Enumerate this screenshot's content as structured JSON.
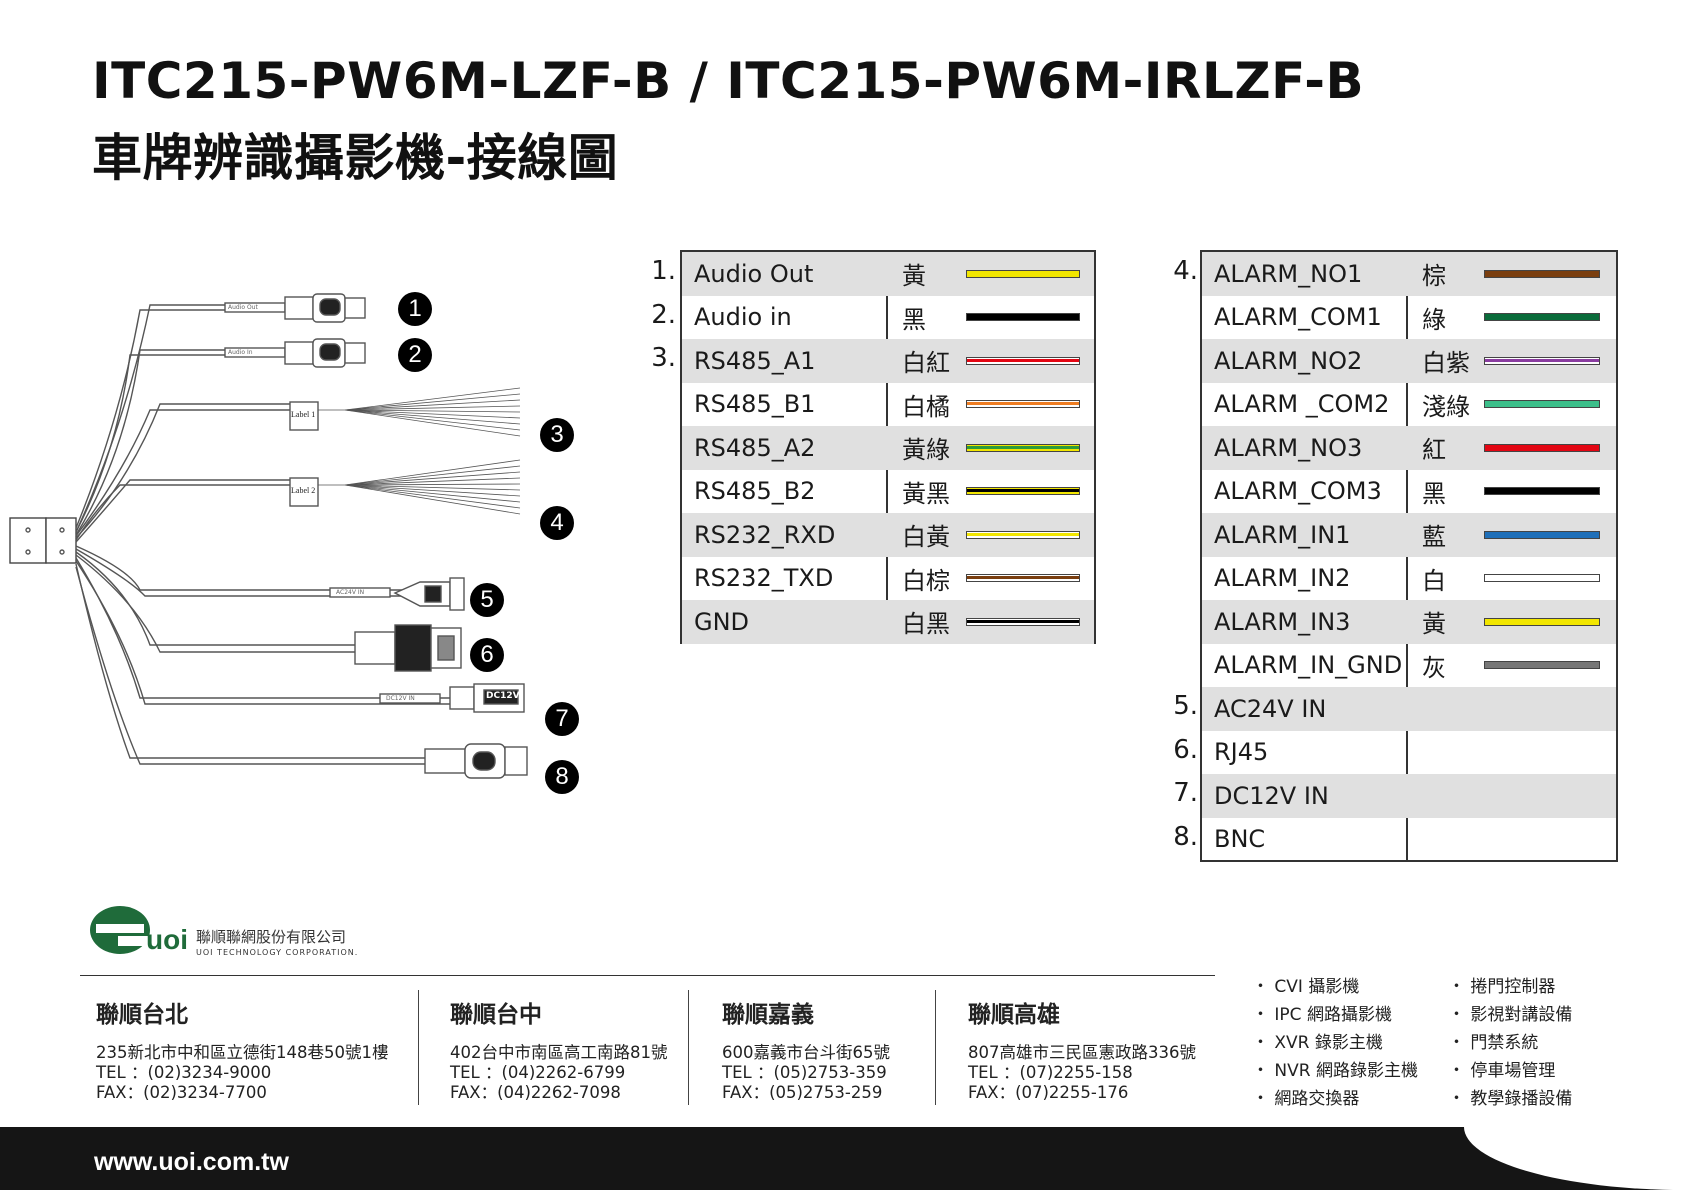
{
  "title": {
    "line1": "ITC215-PW6M-LZF-B / ITC215-PW6M-IRLZF-B",
    "line2": "車牌辨識攝影機-接線圖"
  },
  "diagram": {
    "badges": [
      "1",
      "2",
      "3",
      "4",
      "5",
      "6",
      "7",
      "8"
    ],
    "connector_labels": {
      "audio_out": "Audio Out",
      "audio_in": "Audio In",
      "label1": "Label 1",
      "label2": "Label 2",
      "ac24v": "AC24V IN",
      "dc12v_label": "DC12V IN",
      "dc12v_plug": "DC12V"
    }
  },
  "table1": {
    "rows": [
      {
        "idx": "1.",
        "name": "Audio Out",
        "color": "黃",
        "swatch": "#f2e600",
        "stripe": null
      },
      {
        "idx": "2.",
        "name": "Audio in",
        "color": "黑",
        "swatch": "#000000",
        "stripe": null
      },
      {
        "idx": "3.",
        "name": "RS485_A1",
        "color": "白紅",
        "swatch": "#ffffff",
        "stripe": "#e30613"
      },
      {
        "idx": "",
        "name": "RS485_B1",
        "color": "白橘",
        "swatch": "#ffffff",
        "stripe": "#ee7d22"
      },
      {
        "idx": "",
        "name": "RS485_A2",
        "color": "黃綠",
        "swatch": "#f2e600",
        "stripe": "#2d9b3a"
      },
      {
        "idx": "",
        "name": "RS485_B2",
        "color": "黃黑",
        "swatch": "#f2e600",
        "stripe": "#000000"
      },
      {
        "idx": "",
        "name": "RS232_RXD",
        "color": "白黃",
        "swatch": "#ffffff",
        "stripe": "#f2e600"
      },
      {
        "idx": "",
        "name": "RS232_TXD",
        "color": "白棕",
        "swatch": "#ffffff",
        "stripe": "#7a3e0f"
      },
      {
        "idx": "",
        "name": "GND",
        "color": "白黑",
        "swatch": "#ffffff",
        "stripe": "#000000"
      }
    ]
  },
  "table2": {
    "rows": [
      {
        "idx": "4.",
        "name": "ALARM_NO1",
        "color": "棕",
        "swatch": "#7a3e0f",
        "stripe": null
      },
      {
        "idx": "",
        "name": "ALARM_COM1",
        "color": "綠",
        "swatch": "#0a6b3a",
        "stripe": null
      },
      {
        "idx": "",
        "name": "ALARM_NO2",
        "color": "白紫",
        "swatch": "#ffffff",
        "stripe": "#8a3ca0"
      },
      {
        "idx": "",
        "name": "ALARM _COM2",
        "color": "淺綠",
        "swatch": "#3cbf8a",
        "stripe": null
      },
      {
        "idx": "",
        "name": "ALARM_NO3",
        "color": "紅",
        "swatch": "#e30613",
        "stripe": null
      },
      {
        "idx": "",
        "name": "ALARM_COM3",
        "color": "黑",
        "swatch": "#000000",
        "stripe": null
      },
      {
        "idx": "",
        "name": "ALARM_IN1",
        "color": "藍",
        "swatch": "#1f6fb8",
        "stripe": null
      },
      {
        "idx": "",
        "name": "ALARM_IN2",
        "color": "白",
        "swatch": "#ffffff",
        "stripe": null
      },
      {
        "idx": "",
        "name": "ALARM_IN3",
        "color": "黃",
        "swatch": "#f2e600",
        "stripe": null
      },
      {
        "idx": "",
        "name": "ALARM_IN_GND",
        "color": "灰",
        "swatch": "#777777",
        "stripe": null
      },
      {
        "idx": "5.",
        "name": "AC24V IN",
        "color": "",
        "swatch": null,
        "stripe": null
      },
      {
        "idx": "6.",
        "name": "RJ45",
        "color": "",
        "swatch": null,
        "stripe": null
      },
      {
        "idx": "7.",
        "name": "DC12V IN",
        "color": "",
        "swatch": null,
        "stripe": null
      },
      {
        "idx": "8.",
        "name": "BNC",
        "color": "",
        "swatch": null,
        "stripe": null
      }
    ]
  },
  "company": {
    "mark": "uoi",
    "name_zh": "聯順聯網股份有限公司",
    "name_en": "UOI TECHNOLOGY CORPORATION."
  },
  "offices": [
    {
      "name": "聯順台北",
      "address": "235新北市中和區立德街148巷50號1樓",
      "tel": "TEL ：(02)3234-9000",
      "fax": "FAX：(02)3234-7700"
    },
    {
      "name": "聯順台中",
      "address": "402台中市南區高工南路81號",
      "tel": "TEL ：(04)2262-6799",
      "fax": "FAX：(04)2262-7098"
    },
    {
      "name": "聯順嘉義",
      "address": "600嘉義市台斗街65號",
      "tel": "TEL ：(05)2753-359",
      "fax": "FAX：(05)2753-259"
    },
    {
      "name": "聯順高雄",
      "address": "807高雄市三民區憲政路336號",
      "tel": "TEL ：(07)2255-158",
      "fax": "FAX：(07)2255-176"
    }
  ],
  "products": {
    "col1": [
      "CVI 攝影機",
      "IPC 網路攝影機",
      "XVR 錄影主機",
      "NVR 網路錄影主機",
      "網路交換器"
    ],
    "col2": [
      "捲門控制器",
      "影視對講設備",
      "門禁系統",
      "停車場管理",
      "教學錄播設備"
    ]
  },
  "website": "www.uoi.com.tw",
  "colors": {
    "footer_bar": "#151515",
    "logo_green": "#1f6b3a",
    "table_shade": "#e0e0e0"
  }
}
